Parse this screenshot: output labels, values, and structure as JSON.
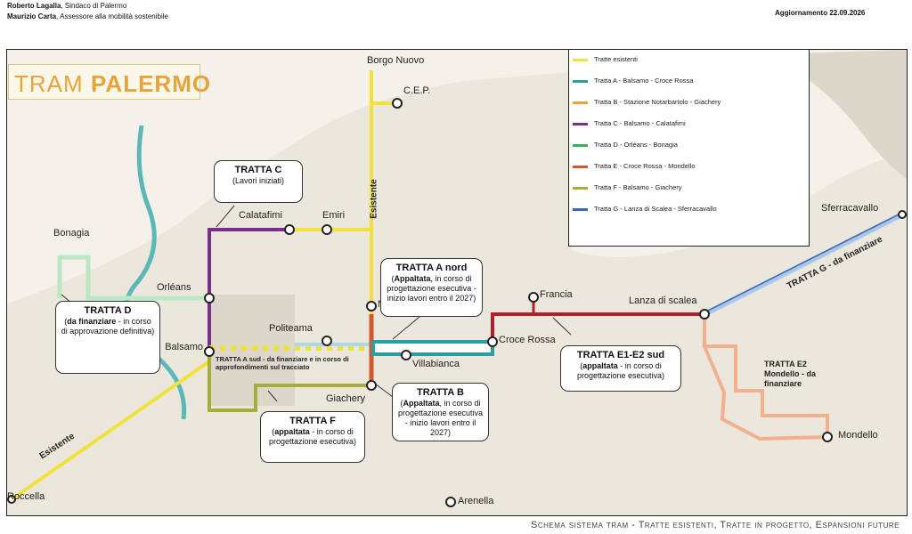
{
  "header": {
    "line1_name": "Roberto Lagalla",
    "line1_role": ", Sindaco di Palermo",
    "line2_name": "Maurizio Carta",
    "line2_role": ", Assessore alla mobilità sostenibile",
    "update": "Aggiornamento 22.09.2026"
  },
  "title": {
    "part1": "TRAM ",
    "part2": "PALERMO"
  },
  "legend": [
    {
      "label": "Tratte esistenti",
      "color": "#f1e23a"
    },
    {
      "label": "Tratta A - Balsamo - Croce Rossa",
      "color": "#2a9ea0"
    },
    {
      "label": "Tratta B - Stazione Notarbartolo - Giachery",
      "color": "#e8a33a"
    },
    {
      "label": "Tratta C - Balsamo - Calatafimi",
      "color": "#7a2f8c"
    },
    {
      "label": "Tratta D - Orléans - Bonagia",
      "color": "#3fae5b"
    },
    {
      "label": "Tratta E - Croce Rossa - Mondello",
      "color": "#d2572a"
    },
    {
      "label": "Tratta F - Balsamo - Giachery",
      "color": "#a8ad3a"
    },
    {
      "label": "Tratta G - Lanza di Scalea - Sferracavallo",
      "color": "#3a68b0"
    }
  ],
  "stops": {
    "borgo_nuovo": "Borgo Nuovo",
    "cep": "C.E.P.",
    "calatafimi": "Calatafimi",
    "emiri": "Emiri",
    "bonagia": "Bonagia",
    "orleans": "Orléans",
    "balsamo": "Balsamo",
    "politeama": "Politeama",
    "giachery": "Giachery",
    "villabianca": "Villabianca",
    "croce_rossa": "Croce Rossa",
    "francia": "Francia",
    "lanza": "Lanza di scalea",
    "sferracavallo": "Sferracavallo",
    "mondello": "Mondello",
    "arenella": "Arenella",
    "roccella": "Roccella",
    "notarbartolo": "N"
  },
  "line_labels": {
    "esistente_vertical": "Esistente",
    "esistente_diag": "Esistente",
    "tratta_g": "TRATTA G - da finanziare",
    "tratta_a_sud": "TRATTA A sud - da finanziare e in corso di approfondimenti sul tracciato",
    "tratta_e2": "TRATTA E2 Mondello - da finanziare"
  },
  "callouts": {
    "c": {
      "title": "TRATTA C",
      "body": "(Lavori iniziati)"
    },
    "a_nord": {
      "title": "TRATTA A nord",
      "bold": "Appaltata",
      "body": ", in corso di progettazione esecutiva - inizio lavori entro il 2027)"
    },
    "d": {
      "title": "TRATTA D",
      "bold": "da finanziare",
      "body": " - in corso di approvazione definitiva)"
    },
    "e1e2": {
      "title": "TRATTA E1-E2 sud",
      "bold": "appaltata",
      "body": " - in corso di progettazione esecutiva)"
    },
    "b": {
      "title": "TRATTA B",
      "bold": "Appaltata",
      "body": ", in corso di progettazione esecutiva - inizio lavori entro il 2027)"
    },
    "f": {
      "title": "TRATTA F",
      "bold": "appaltata",
      "body": " - in corso di progettazione esecutiva)"
    }
  },
  "footer": "Schema  sistema tram - Tratte esistenti, Tratte in progetto, Espansioni future"
}
